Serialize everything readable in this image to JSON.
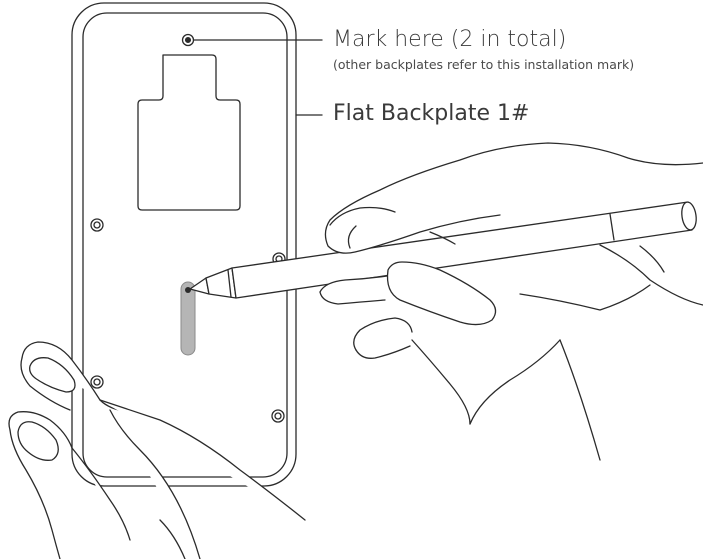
{
  "labels": {
    "mark_here": "Mark here (2 in total)",
    "mark_note": "(other backplates refer to this installation mark)",
    "backplate_name": "Flat Backplate 1#"
  },
  "colors": {
    "line": "#2b2b2b",
    "slot_fill": "#b5b5b5",
    "text": "#3a3a3a",
    "background": "#ffffff"
  }
}
